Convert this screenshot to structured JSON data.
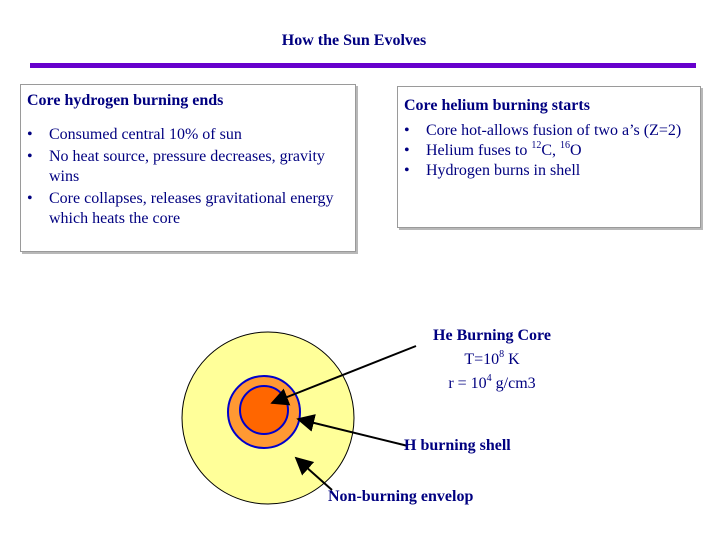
{
  "slide": {
    "title": "How the Sun Evolves"
  },
  "left_box": {
    "heading": "Core hydrogen burning ends",
    "bullet_char": "•",
    "bullets": [
      "Consumed central 10% of sun",
      "No heat source, pressure decreases, gravity wins",
      "Core collapses, releases gravitational energy which heats the core"
    ]
  },
  "right_box": {
    "heading": "Core helium burning starts",
    "bullet_char": "•",
    "b1": "Core hot-allows fusion of two a’s (Z=2)",
    "b2_pre": "Helium fuses to ",
    "b2_sup1": "12",
    "b2_mid": "C, ",
    "b2_sup2": "16",
    "b2_post": "O",
    "b3": "Hydrogen burns in shell"
  },
  "diagram": {
    "core_label": "He Burning Core",
    "t_pre": "T=10",
    "t_exp": "8",
    "t_post": " K",
    "r_pre": "r = 10",
    "r_exp": "4",
    "r_post": " g/cm3",
    "shell_label": "H burning shell",
    "envelope_label": "Non-burning envelop"
  },
  "colors": {
    "title_text": "#000080",
    "rule": "#6600cc",
    "envelope_fill": "#ffff99",
    "ring_stroke": "#0000cc",
    "shell_fill": "#ff9933",
    "core_fill": "#ff6600"
  }
}
